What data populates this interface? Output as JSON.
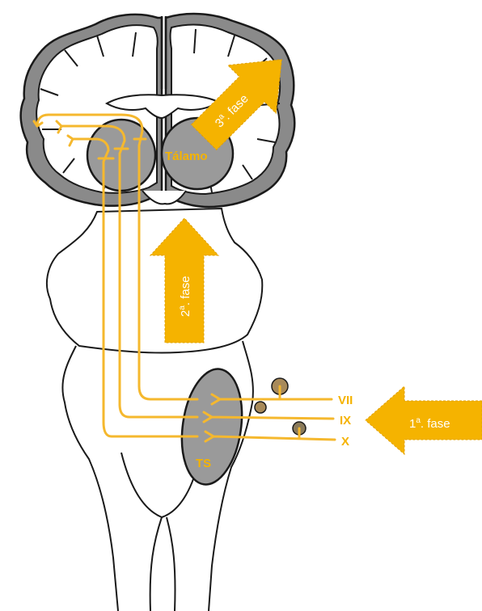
{
  "labels": {
    "thalamus": "Tálamo",
    "ts": "TS",
    "nerve_vii": "VII",
    "nerve_ix": "IX",
    "nerve_x": "X"
  },
  "phases": {
    "phase1": {
      "num": "1",
      "sup": "a",
      "word": ". fase"
    },
    "phase2": {
      "num": "2",
      "sup": "a",
      "word": ". fase"
    },
    "phase3": {
      "num": "3",
      "sup": "a",
      "word": ". fase"
    }
  },
  "colors": {
    "pathway": "#f5b82e",
    "arrow": "#f5b300",
    "nucleus": "#9a9a9a",
    "cortex": "#8a8a8a",
    "outline": "#1a1a1a",
    "label_text": "#f5b300"
  }
}
